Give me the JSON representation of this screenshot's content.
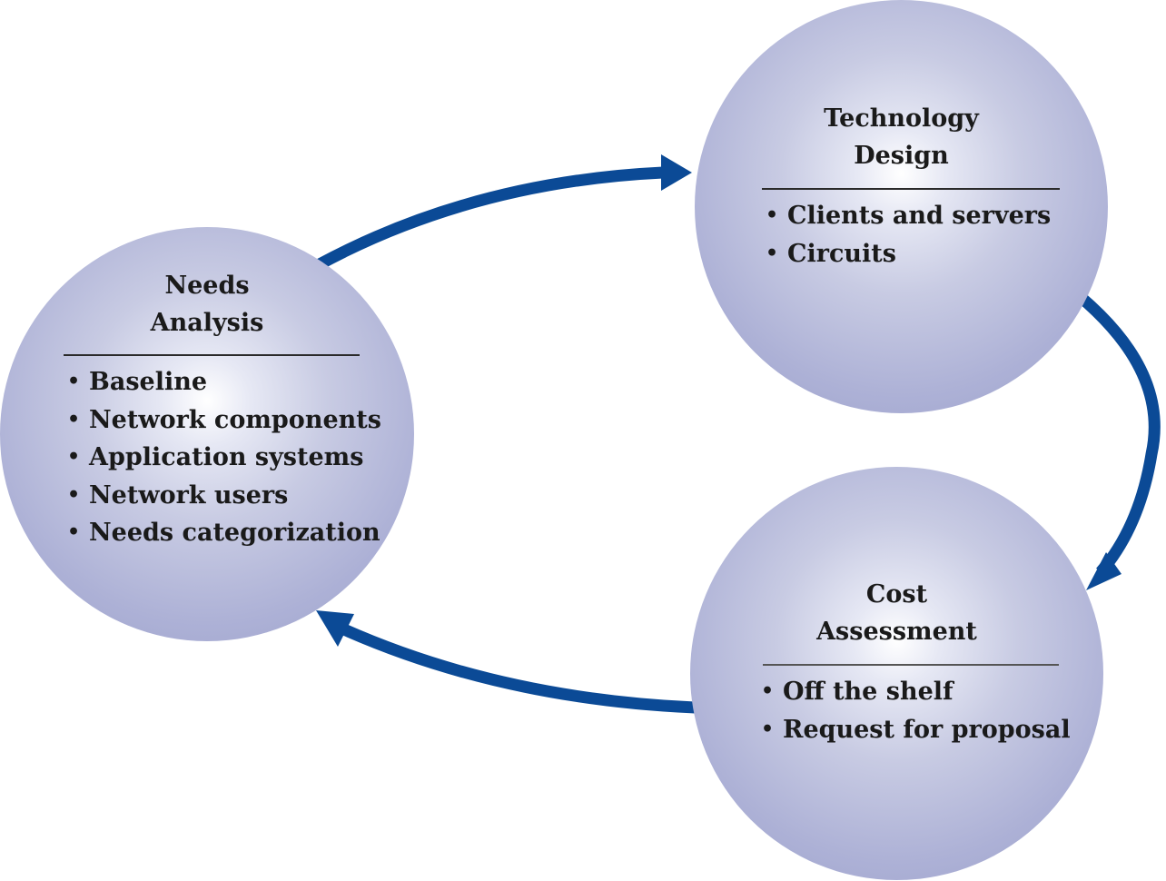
{
  "diagram": {
    "arrow_color": "#0b4a96",
    "sphere_colors": {
      "highlight": "#ffffff",
      "body": "#adb1d6",
      "rim": "#c3c6e3"
    },
    "nodes": [
      {
        "id": "needs-analysis",
        "title_lines": [
          "Needs",
          "Analysis"
        ],
        "items": [
          "Baseline",
          "Network components",
          "Application systems",
          "Network users",
          "Needs categorization"
        ]
      },
      {
        "id": "technology-design",
        "title_lines": [
          "Technology",
          "Design"
        ],
        "items": [
          "Clients and servers",
          "Circuits"
        ]
      },
      {
        "id": "cost-assessment",
        "title_lines": [
          "Cost",
          "Assessment"
        ],
        "items": [
          "Off the shelf",
          "Request for proposal"
        ]
      }
    ],
    "bullet": "•",
    "edges": [
      {
        "from": "needs-analysis",
        "to": "technology-design"
      },
      {
        "from": "technology-design",
        "to": "cost-assessment"
      },
      {
        "from": "cost-assessment",
        "to": "needs-analysis"
      }
    ]
  }
}
